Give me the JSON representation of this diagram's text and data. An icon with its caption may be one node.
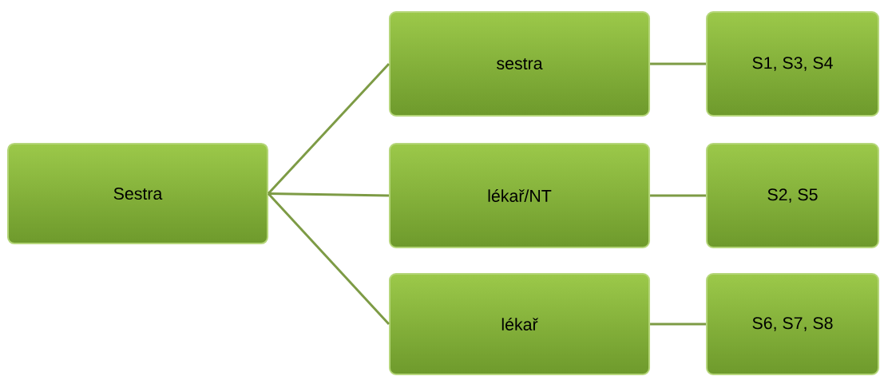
{
  "diagram": {
    "nodes": [
      {
        "text": [
          "Sestra"
        ]
      },
      {
        "text": [
          "sestra"
        ]
      },
      {
        "text": [
          "lékař/NT"
        ]
      },
      {
        "text": [
          "lékař"
        ]
      },
      {
        "text": [
          "S1, S3, S4"
        ]
      },
      {
        "text": [
          "S2, S5"
        ]
      },
      {
        "text": [
          "S6, S7, S8"
        ]
      }
    ],
    "edges": [
      {
        "from": 0,
        "to": 1,
        "arrow": "none"
      },
      {
        "from": 0,
        "to": 2,
        "arrow": "none"
      },
      {
        "from": 0,
        "to": 3,
        "arrow": "none"
      },
      {
        "from": 1,
        "to": 4,
        "arrow": "none"
      },
      {
        "from": 2,
        "to": 5,
        "arrow": "none"
      },
      {
        "from": 3,
        "to": 6,
        "arrow": "none"
      }
    ]
  }
}
